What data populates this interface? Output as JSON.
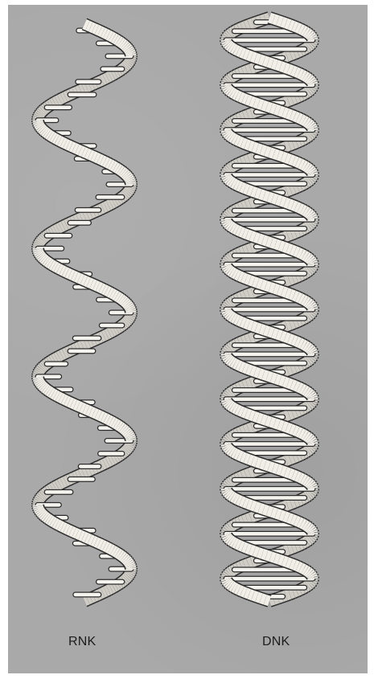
{
  "labels": {
    "rna": "RNK",
    "dna": "DNK"
  },
  "colors": {
    "background": "#a9a9a9",
    "ribbon": "#f1efe8",
    "ribbon_shadow": "#cfcdc6",
    "outline": "#2b2b2b",
    "rung": "#f4f3ee"
  },
  "structures": [
    {
      "name": "rna",
      "strands": 1,
      "turns": 4.5
    },
    {
      "name": "dna",
      "strands": 2,
      "turns": 6.5
    }
  ]
}
